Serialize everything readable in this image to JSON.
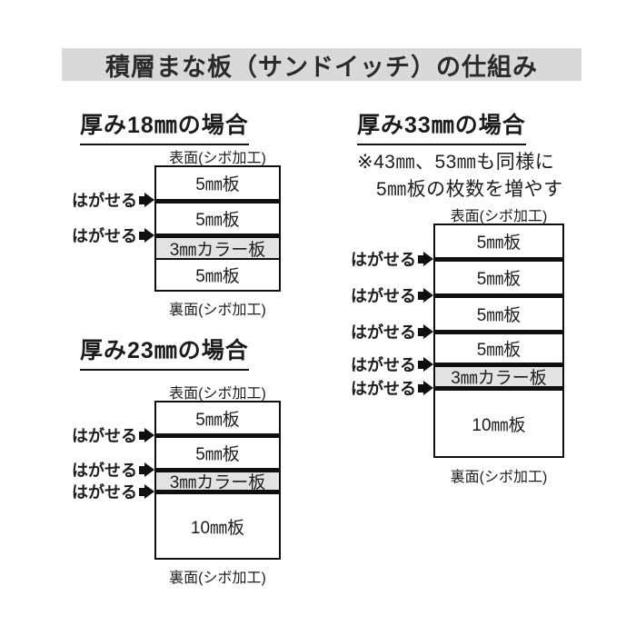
{
  "title": "積層まな板（サンドイッチ）の仕組み",
  "colors": {
    "banner_bg": "#d9d9d9",
    "color_plate_bg": "#e3e3e3",
    "line": "#0f0f0f",
    "text": "#1c1c1c"
  },
  "diagrams": [
    {
      "heading": "厚み18㎜の場合",
      "surface_label": "表面(シボ加工)",
      "back_label": "裏面(シボ加工)",
      "peel_label": "はがせる",
      "layers": [
        {
          "label": "5㎜板",
          "peel_above": false,
          "color_plate": false
        },
        {
          "label": "5㎜板",
          "peel_above": true,
          "color_plate": false
        },
        {
          "label": "3㎜カラー板",
          "peel_above": true,
          "color_plate": true
        },
        {
          "label": "5㎜板",
          "peel_above": false,
          "color_plate": false
        }
      ]
    },
    {
      "heading": "厚み23㎜の場合",
      "surface_label": "表面(シボ加工)",
      "back_label": "裏面(シボ加工)",
      "peel_label": "はがせる",
      "layers": [
        {
          "label": "5㎜板",
          "peel_above": false,
          "color_plate": false
        },
        {
          "label": "5㎜板",
          "peel_above": true,
          "color_plate": false
        },
        {
          "label": "3㎜カラー板",
          "peel_above": true,
          "color_plate": true
        },
        {
          "label": "10㎜板",
          "peel_above": true,
          "color_plate": false
        }
      ]
    },
    {
      "heading": "厚み33㎜の場合",
      "note": [
        "※43㎜、53㎜も同様に",
        "5㎜板の枚数を増やす"
      ],
      "surface_label": "表面(シボ加工)",
      "back_label": "裏面(シボ加工)",
      "peel_label": "はがせる",
      "layers": [
        {
          "label": "5㎜板",
          "peel_above": false,
          "color_plate": false
        },
        {
          "label": "5㎜板",
          "peel_above": true,
          "color_plate": false
        },
        {
          "label": "5㎜板",
          "peel_above": true,
          "color_plate": false
        },
        {
          "label": "5㎜板",
          "peel_above": true,
          "color_plate": false
        },
        {
          "label": "3㎜カラー板",
          "peel_above": true,
          "color_plate": true
        },
        {
          "label": "10㎜板",
          "peel_above": true,
          "color_plate": false
        }
      ]
    }
  ]
}
